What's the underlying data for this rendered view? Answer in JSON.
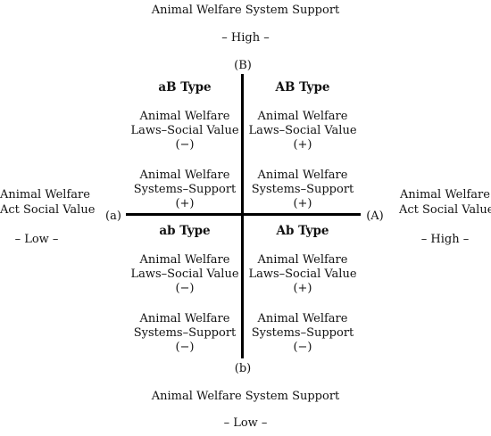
{
  "top": {
    "title": "Animal Welfare System Support",
    "level": "– High –",
    "axis_label": "(B)"
  },
  "bottom": {
    "axis_label": "(b)",
    "title": "Animal Welfare System Support",
    "level": "– Low –"
  },
  "left": {
    "line1": "Animal Welfare",
    "line2": "Act Social Value",
    "level": "– Low –",
    "axis_label": "(a)"
  },
  "right": {
    "line1": "Animal Welfare",
    "line2": "Act Social Value",
    "level": "– High –",
    "axis_label": "(A)"
  },
  "quadrants": {
    "aB": {
      "title": "aB Type",
      "laws_line1": "Animal Welfare",
      "laws_line2": "Laws–Social Value",
      "laws_sign": "(−)",
      "systems_line1": "Animal Welfare",
      "systems_line2": "Systems–Support",
      "systems_sign": "(+)"
    },
    "AB": {
      "title": "AB Type",
      "laws_line1": "Animal Welfare",
      "laws_line2": "Laws–Social Value",
      "laws_sign": "(+)",
      "systems_line1": "Animal Welfare",
      "systems_line2": "Systems–Support",
      "systems_sign": "(+)"
    },
    "ab": {
      "title": "ab Type",
      "laws_line1": "Animal Welfare",
      "laws_line2": "Laws–Social Value",
      "laws_sign": "(−)",
      "systems_line1": "Animal Welfare",
      "systems_line2": "Systems–Support",
      "systems_sign": "(−)"
    },
    "Ab": {
      "title": "Ab Type",
      "laws_line1": "Animal Welfare",
      "laws_line2": "Laws–Social Value",
      "laws_sign": "(+)",
      "systems_line1": "Animal Welfare",
      "systems_line2": "Systems–Support",
      "systems_sign": "(−)"
    }
  }
}
